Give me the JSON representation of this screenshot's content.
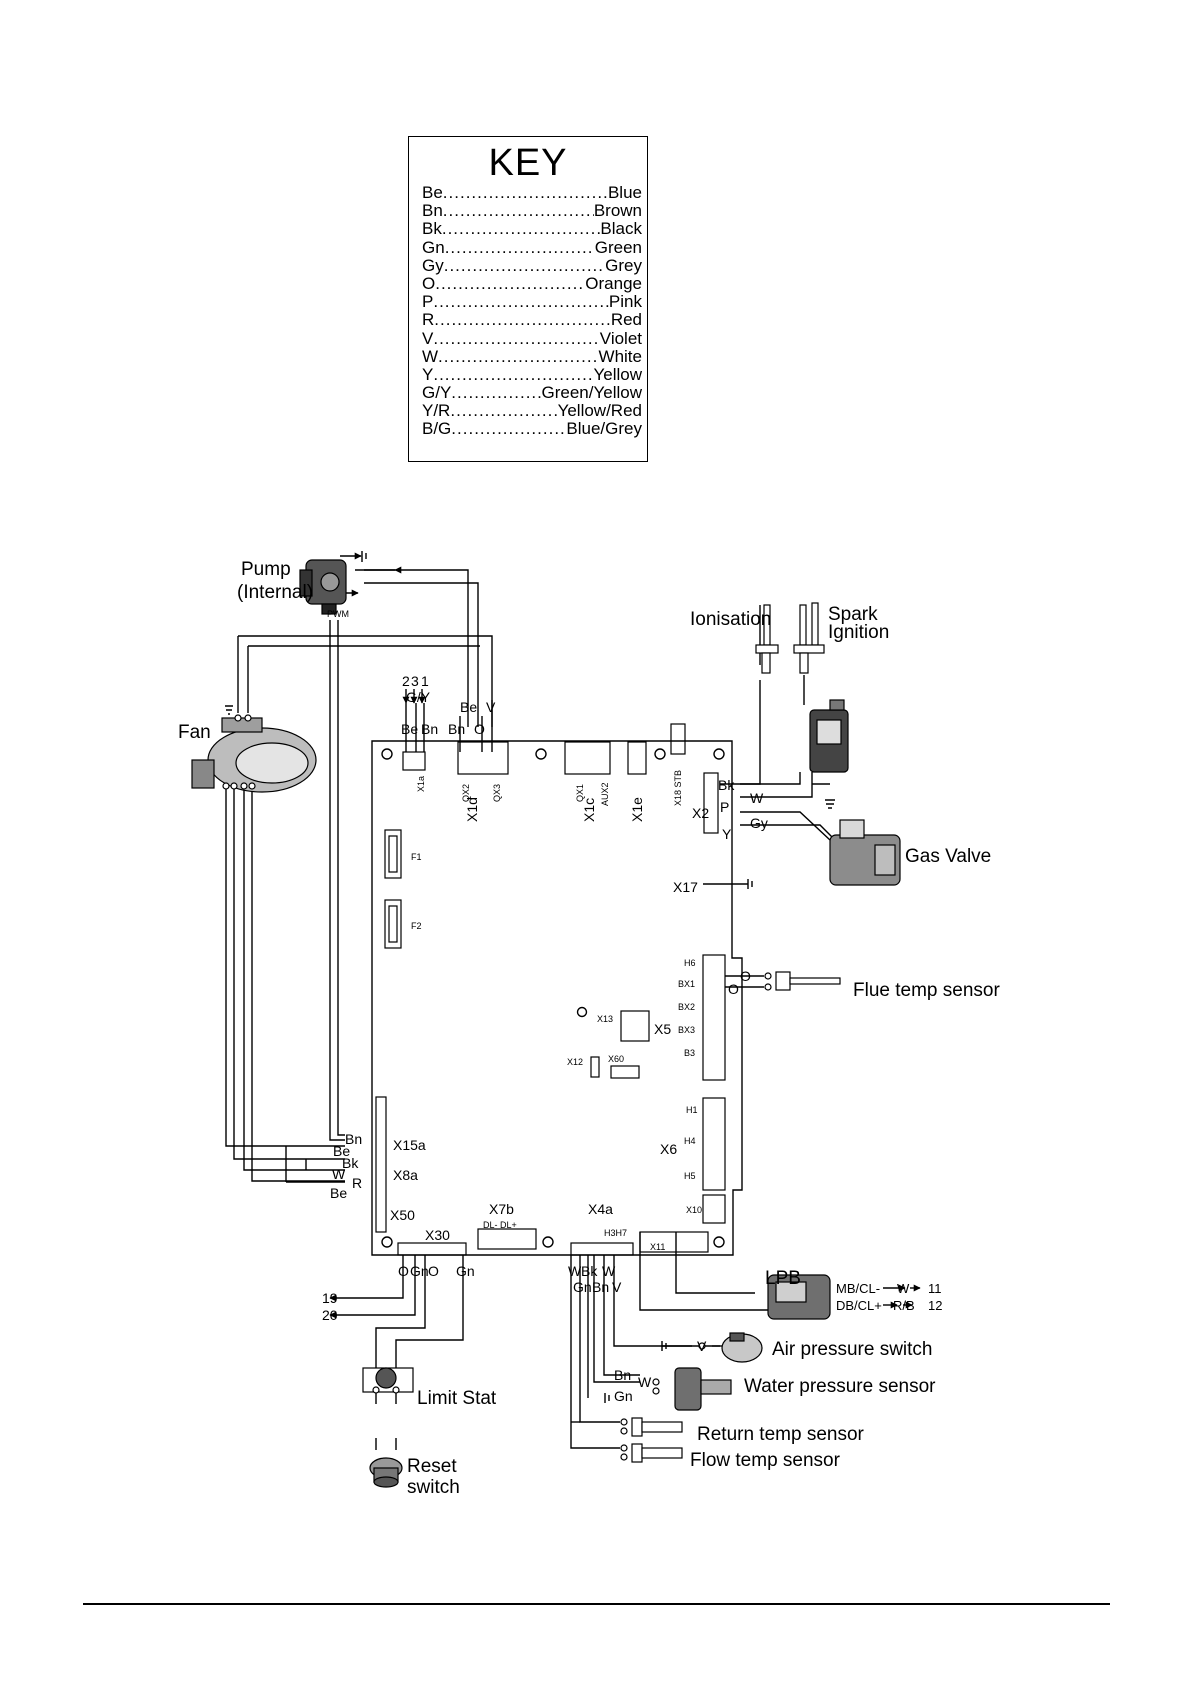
{
  "key": {
    "title": "KEY",
    "rows": [
      {
        "code": "Be",
        "name": "Blue"
      },
      {
        "code": "Bn",
        "name": "Brown"
      },
      {
        "code": "Bk",
        "name": "Black"
      },
      {
        "code": "Gn",
        "name": "Green"
      },
      {
        "code": "Gy",
        "name": "Grey"
      },
      {
        "code": "O",
        "name": "Orange"
      },
      {
        "code": "P",
        "name": "Pink"
      },
      {
        "code": "R",
        "name": "Red"
      },
      {
        "code": "V",
        "name": "Violet"
      },
      {
        "code": "W",
        "name": "White"
      },
      {
        "code": "Y",
        "name": "Yellow"
      },
      {
        "code": "G/Y",
        "name": "Green/Yellow"
      },
      {
        "code": "Y/R",
        "name": "Yellow/Red"
      },
      {
        "code": "B/G",
        "name": "Blue/Grey"
      }
    ]
  },
  "components": {
    "pump": "Pump",
    "pump_sub": "(Internal)",
    "pwm": "PWM",
    "fan": "Fan",
    "ionisation": "Ionisation",
    "spark_1": "Spark",
    "spark_2": "Ignition",
    "gas_valve": "Gas Valve",
    "flue_sensor": "Flue temp sensor",
    "lpb": "LPB",
    "air_switch": "Air pressure switch",
    "water_sensor": "Water pressure sensor",
    "return_sensor": "Return temp sensor",
    "flow_sensor": "Flow temp sensor",
    "limit_stat": "Limit Stat",
    "reset_1": "Reset",
    "reset_2": "switch"
  },
  "connectors": {
    "x1a": "X1a",
    "qx2": "QX2",
    "qx3": "QX3",
    "x1d": "X1d",
    "qx1": "QX1",
    "aux2": "AUX2",
    "x1c": "X1c",
    "x1e": "X1e",
    "x18": "X18 STB",
    "x2": "X2",
    "x17": "X17",
    "f1": "F1",
    "f2": "F2",
    "h6": "H6",
    "bx1": "BX1",
    "bx2": "BX2",
    "bx3": "BX3",
    "b3": "B3",
    "h1": "H1",
    "h4": "H4",
    "h5": "H5",
    "x10": "X10",
    "x6": "X6",
    "x13": "X13",
    "x5": "X5",
    "x12": "X12",
    "x60": "X60",
    "x15a": "X15a",
    "x8a": "X8a",
    "x50": "X50",
    "x30": "X30",
    "x7b": "X7b",
    "x4a": "X4a",
    "h3h7": "H3H7",
    "x11": "X11",
    "x7b_pins": "DL- DL+"
  },
  "pins": {
    "p2": "2",
    "p3": "3",
    "p1": "1"
  },
  "wires": {
    "gy_top": "G/Y",
    "be_x1a": "Be",
    "bn_x1a": "Bn",
    "bn_qx2": "Bn",
    "o_qx3": "O",
    "be_top": "Be",
    "v_top": "V",
    "bk_x2": "Bk",
    "w_x2": "W",
    "p_x2": "P",
    "gy_x2": "Gy",
    "y_x2": "Y",
    "o_flue1": "O",
    "o_flue2": "O",
    "bn_x15a": "Bn",
    "be_x15a": "Be",
    "bk_x15a": "Bk",
    "w_x8a": "W",
    "r_x8a": "R",
    "be_x8a": "Be",
    "x30_o1": "O",
    "x30_gn1": "Gn",
    "x30_o2": "O",
    "x30_gn2": "Gn",
    "x4a_w1": "W",
    "x4a_bk": "Bk",
    "x4a_w2": "W",
    "x4a_gn": "Gn",
    "x4a_bn": "Bn",
    "x4a_v": "V",
    "air_v": "V",
    "water_bn": "Bn",
    "water_w": "W",
    "water_gn": "Gn",
    "mb_label": "MB/CL-",
    "mb_w": "W",
    "mb_num": "11",
    "db_label": "DB/CL+",
    "db_rb": "R/B",
    "db_num": "12",
    "out19": "19",
    "out20": "20"
  }
}
